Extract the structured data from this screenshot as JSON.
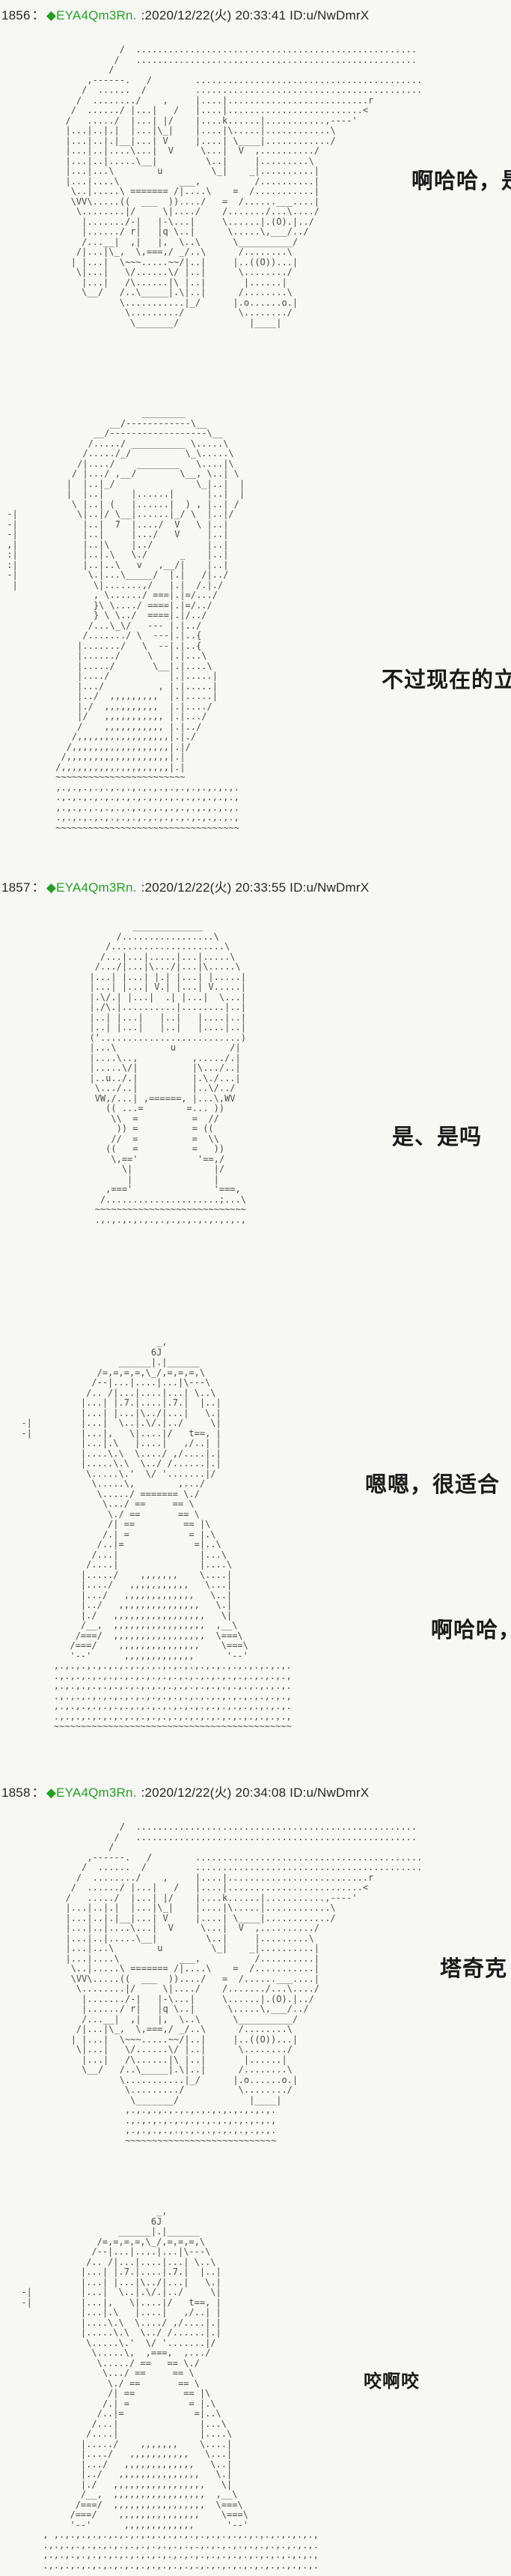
{
  "colors": {
    "background": "#f7f7f4",
    "header_text": "#262626",
    "tripcode_green": "#21a121",
    "ascii_art": "#4a4a4a",
    "speech_text": "#1a1a1a"
  },
  "posts": [
    {
      "header": {
        "number": "1856",
        "sep": "：",
        "trip": "◆EYA4Qm3Rn.",
        "meta": ":2020/12/22(火) 20:33:41 ID:u/NwDmrX"
      },
      "speeches": [
        {
          "text": "啊哈哈，是"
        },
        {
          "text": "不过现在的立"
        }
      ],
      "aa": [
        [
          "                     /  ....................................................",
          "                    /   ....................................................",
          "                   /",
          "               ,------.   /        ..........................................",
          "              /  ......  /         ..........................................",
          "             /  ......../    ,     |....|..........................r",
          "            /  ....../ |...|   /   |....|.........................<",
          "           /   ...../  |...| |/    |....k......|...........,----'",
          "           |...|..|.|  |...|\\_|    |....|\\.....|............\\",
          "           |...|..|.|__|...| V     |....| \\____|............/",
          "           |...|..|....\\...|  V     \\...|  V  ,........../",
          "           |...|..|.....\\__|         \\..|     |.........\\",
          "           |...|...\\        u         \\_|    _|..........|",
          "           |...|....\\           ___,          /..........|",
          "            \\..|.....\\ ======= /|....\\    =  /...........|",
          "            \\VV\\.....((  ___  ))..../   =  /......___....|",
          "             \\........|/     \\|..../    /......./...\\..../",
          "              |......./-|   |-\\...|     \\......|.(O).|../",
          "              |....../ r|   |q \\..|      \\.....\\,___/../",
          "              /...__|  ,|   |,  \\..\\      \\__________/",
          "             /|...|\\_,  \\,===,/ _/..\\      /........\\",
          "            | |...|  \\~~~.....~~/|..|     |..((O))...|",
          "             \\|...|   \\/......\\/ |..|      \\......../",
          "              |...|   /\\......|\\ |..|       |......|",
          "              \\__/   /..\\_____|.\\|..|      /........\\",
          "                     \\...........|_/      |.o......o.|",
          "                      \\........./          \\......../",
          "                       \\_______/             |____|"
        ],
        [
          "                          ________",
          "                    __/------------\\__",
          "                 __/------------------\\__",
          "                /...../ __________ \\.....\\",
          "               /...../_/          \\_\\.....\\",
          "              /|..../    ________   \\....|\\",
          "             / |.../ ,__/        \\__, \\..| \\",
          "            |  |..|_/               \\_|..|  |",
          "            |  |..|     |......|      |..|  |",
          "             \\ |..| (   |......|  ) , |..| /",
          " -|           \\|..|/ \\__|......|_/ \\  |..|/",
          " -|            |..|  7  |..../  V   \\ |..|",
          " -|            |..|     |.../   V     |..|",
          " ,|            |..|\\    |../          |..|",
          " :|            |..|.\\   \\./      _    |..|",
          " :|            |..|..\\   v   ,__/|    |..|",
          " -|             \\.|...\\_____/  |.|   /|../",
          "  |              \\|.......,/   |.|  /.|./",
          "                 , \\....../ ===|.|=/.../",
          "                 }\\ \\..../ ====|.|=/../",
          "                 } \\ \\../  ====|.|/../",
          "                /...\\_\\/   --- |.|../",
          "               /......./ \\  ---|.|..{",
          "              |......./   \\  --|.|..{",
          "              |....../     \\   |.|...\\",
          "              |...../       \\__|.|....\\",
          "              |..../           |.|.....|",
          "              |.../          , |.|.....|",
          "              |../  ,,,,,,,,,  |.|.....|",
          "              |./  ,,,,,,,,,,  |.|..../",
          "              |/   ,,,,,,,,,,, |.|.../",
          "              /    ,,,,,,,,,,, |.|../",
          "             /,,,,,,,,,,,,,,,,,|.|./",
          "            /,,,,,,,,,,,,,,,,,,|.|/",
          "           /,,,,,,,,,,,,,,,,,,,|.|",
          "          /,,,,,,,,,,,,,,,,,,,,|.|",
          "          ~~~~~~~~~~~~~~~~~~~~~~~~",
          "          ,.,.,.,.,.,.,.,.,.,.,.,.,.,.,.,.,.",
          "          .,.,.,.,.,.,.,.,.,.,.,.,.,.,.,.,.,",
          "          ,.,.,.,.,.,.,.,.,.,.,.,.,.,.,.,.,.",
          "          .,.,.,.,.,.,.,.,.,.,.,.,.,.,.,.,.,",
          "          ~~~~~~~~~~~~~~~~~~~~~~~~~~~~~~~~~~"
        ]
      ]
    },
    {
      "header": {
        "number": "1857",
        "sep": "：",
        "trip": "◆EYA4Qm3Rn.",
        "meta": ":2020/12/22(火) 20:33:55 ID:u/NwDmrX"
      },
      "speeches": [
        {
          "text": "是、是吗"
        },
        {
          "text": "嗯嗯，很适合"
        },
        {
          "text": "啊哈哈，"
        }
      ],
      "aa": [
        [
          "                   _____________",
          "                /.................\\",
          "              /.....................\\",
          "             /...|...|.....|...|.....\\",
          "            /.../|...|\\.../|...|\\.....\\",
          "           |...| |...| |.| |...| |.....|",
          "           |...| |...| V.| |...| V.....|",
          "           |.\\/.| |...|  .| |...|  \\...|",
          "           |./\\.|..........|........|..|",
          "           |..| |...|   |..|   |....|..|",
          "           |..| |...|   |..|   |....|..|",
          "           ('..........................)",
          "           |...\\          u          /|",
          "           |....\\..,          ,...../.|",
          "           |.....\\/|          |\\.../..|",
          "           |..u../.|          |.\\./...|",
          "            \\.../..|          |..\\/../",
          "            VW,/...| ,======, |...\\,WV",
          "              (( ...=        =... ))",
          "               \\\\  =          =  //",
          "                )) =          = ((",
          "               //  =          =  \\\\",
          "              ((   =          =   ))",
          "               \\,=='           '==,/",
          "                 \\|               |/",
          "                  |               |",
          "              ,==='               '===,",
          "             /.....................;...\\",
          "            ~~~~~~~~~~~~~~~~~~~~~~~~~~~~",
          "            .,.,.,.,.,.,.,.,.,.,.,.,.,.,"
        ],
        [
          "                           _,",
          "                          6J",
          "                    ______|.|______",
          "                /=,=,=,=,\\_/,=,=,=,\\",
          "               /--|...|....|...|\\---\\",
          "              /.. /|...|....|...| \\..\\",
          "             |...| |.7.|....|.7.|  |..|",
          "             |...| |...|\\../|...|   \\.|",
          "  -|         |...|  \\..|.\\/.|../     \\|",
          "  -|         |...|,   \\|....|/   t==, |",
          "             |...|.\\   |....|   ,/..| |",
          "             |....\\.\\  \\..../ ,/....|.|",
          "             |.....\\.\\  \\../ /......|.|",
          "              \\.....\\.'  \\/ '.......|/",
          "               \\.....\\,        ,.../",
          "                \\...../ ======= \\./",
          "                 \\.../ ==     == \\",
          "                  \\./ ==       == \\",
          "                  /| ==         == |\\",
          "                 /.| =           = |.\\",
          "                /..|=             =|..\\",
          "               /...|               |...\\",
          "              /....|               |....\\",
          "             |...../    ,,,,,,,    \\....|",
          "             |..../   ,,,,,,,,,,,   \\...|",
          "             |.../   ,,,,,,,,,,,,,   \\..|",
          "             |../   ,,,,,,,,,,,,,,,   \\.|",
          "             |./   ,,,,,,,,,,,,,,,,,   \\|",
          "             /__,  ,,,,,,,,,,,,,,,,,  ,__\\",
          "            /===/  ,,,,,,,,,,,,,,,,,  \\===\\",
          "           /===/    ,,,,,,,,,,,,,,,    \\===\\",
          "           '--'      ,,,,,,,,,,,,,      '--'",
          "        ,.,.,.,.,.,.,.,.,.,.,.,.,.,.,.,.,.,.,.,.,.,.",
          "        .,.,.,.,.,.,.,.,.,.,.,.,.,.,.,.,.,.,.,.,.,.,",
          "        ,.,.,.,.,.,.,.,.,.,.,.,.,.,.,.,.,.,.,.,.,.,.",
          "        .,.,.,.,.,.,.,.,.,.,.,.,.,.,.,.,.,.,.,.,.,.,",
          "        ,.,.,.,.,.,.,.,.,.,.,.,.,.,.,.,.,.,.,.,.,.,.",
          "        .,.,.,.,.,.,.,.,.,.,.,.,.,.,.,.,.,.,.,.,.,.,",
          "        ~~~~~~~~~~~~~~~~~~~~~~~~~~~~~~~~~~~~~~~~~~~~"
        ]
      ]
    },
    {
      "header": {
        "number": "1858",
        "sep": "：",
        "trip": "◆EYA4Qm3Rn.",
        "meta": ":2020/12/22(火) 20:34:08 ID:u/NwDmrX"
      },
      "speeches": [
        {
          "text": "塔奇克"
        },
        {
          "text": "咬啊咬"
        }
      ],
      "aa": [
        [
          "                     /  ....................................................",
          "                    /   ....................................................",
          "                   /",
          "               ,------.   /        ..........................................",
          "              /  ......  /         ..........................................",
          "             /  ......../    ,     |....|..........................r",
          "            /  ....../ |...|   /   |....|.........................<",
          "           /   ...../  |...| |/    |....k......|...........,----'",
          "           |...|..|.|  |...|\\_|    |....|\\.....|............\\",
          "           |...|..|.|__|...| V     |....| \\____|............/",
          "           |...|..|....\\...|  V     \\...|  V  ,........../",
          "           |...|..|.....\\__|         \\..|     |.........\\",
          "           |...|...\\        u         \\_|    _|..........|",
          "           |...|....\\           ___,          /..........|",
          "            \\..|.....\\ ======= /|....\\    =  /...........|",
          "            \\VV\\.....((  ___  ))..../   =  /......___....|",
          "             \\........|/     \\|..../    /......./...\\..../",
          "              |......./-|   |-\\...|     \\......|.(O).|../",
          "              |....../ r|   |q \\..|      \\.....\\,___/../",
          "              /...__|  ,|   |,  \\..\\      \\__________/",
          "             /|...|\\_,  \\,===,/ _/..\\      /........\\",
          "            | |...|  \\~~~.....~~/|..|     |..((O))...|",
          "             \\|...|   \\/......\\/ |..|      \\......../",
          "              |...|   /\\......|\\ |..|       |......|",
          "              \\__/   /..\\_____|.\\|..|      /........\\",
          "                     \\...........|_/      |.o......o.|",
          "                      \\........./          \\......../",
          "                       \\_______/             |____|",
          "                      ,.,.,.,.,.,.,.,.,.,.,.,.,.,.",
          "                      .,.,.,.,.,.,.,.,.,.,.,.,.,.,",
          "                      ,.,.,.,.,.,.,.,.,.,.,.,.,.,.",
          "                      ~~~~~~~~~~~~~~~~~~~~~~~~~~~~"
        ],
        [
          "                           _,",
          "                          6J",
          "                    ______|.|______",
          "                /=,=,=,=,\\_/,=,=,=,\\",
          "               /--|...|....|...|\\---\\",
          "              /.. /|...|....|...| \\..\\",
          "             |...| |.7.|....|.7.|  |..|",
          "             |...| |...|\\../|...|   \\.|",
          "  -|         |...|  \\..|.\\/.|../     \\|",
          "  -|         |...|,   \\|....|/   t==, |",
          "             |...|.\\   |....|   ,/..| |",
          "             |....\\.\\  \\..../ ,/....|.|",
          "             |.....\\.\\  \\../ /......|.|",
          "              \\.....\\.'  \\/ '.......|/",
          "               \\.....\\,  ,===,  ,.../",
          "                \\...../ ==   == \\./",
          "                 \\.../ ==     == \\",
          "                  \\./ ==       == \\",
          "                  /| ==         == |\\",
          "                 /.| =           = |.\\",
          "                /..|=             =|..\\",
          "               /...|               |...\\",
          "              /....|               |....\\",
          "             |...../    ,,,,,,,    \\....|",
          "             |..../   ,,,,,,,,,,,   \\...|",
          "             |.../   ,,,,,,,,,,,,,   \\..|",
          "             |../   ,,,,,,,,,,,,,,,   \\.|",
          "             |./   ,,,,,,,,,,,,,,,,,   \\|",
          "             /__,  ,,,,,,,,,,,,,,,,,  ,__\\",
          "            /===/  ,,,,,,,,,,,,,,,,,  \\===\\",
          "           /===/    ,,,,,,,,,,,,,,,    \\===\\",
          "           '--'      ,,,,,,,,,,,,,      '--'",
          "      , ,.,.,.,.,.,.,.,.,.,.,.,.,.,.,.,.,.,.,.,.,.,.,.,.,",
          "      .,.,.,.,.,.,.,.,.,.,.,.,.,.,.,.,.,.,.,.,.,.,.,.,.,.",
          "      ,.,.,.,.,.,.,.,.,.,.,.,.,.,.,.,.,.,.,.,.,.,.,.,.,.,",
          "      .,.,.,.,.,.,.,.,.,.,.,.,.,.,.,.,.,.,.,.,.,.,.,.,.,.",
          "      ,.,.,.,.,.,.,.,.,.,.,.,.,.,.,.,.,.,.,.,.,.,.,.,.,.,",
          "      .,.,.,.,.,.,.,.,.,.,.,.,.,.,.,.,.,.,.,.,.,.,.,.,.,."
        ]
      ]
    }
  ]
}
